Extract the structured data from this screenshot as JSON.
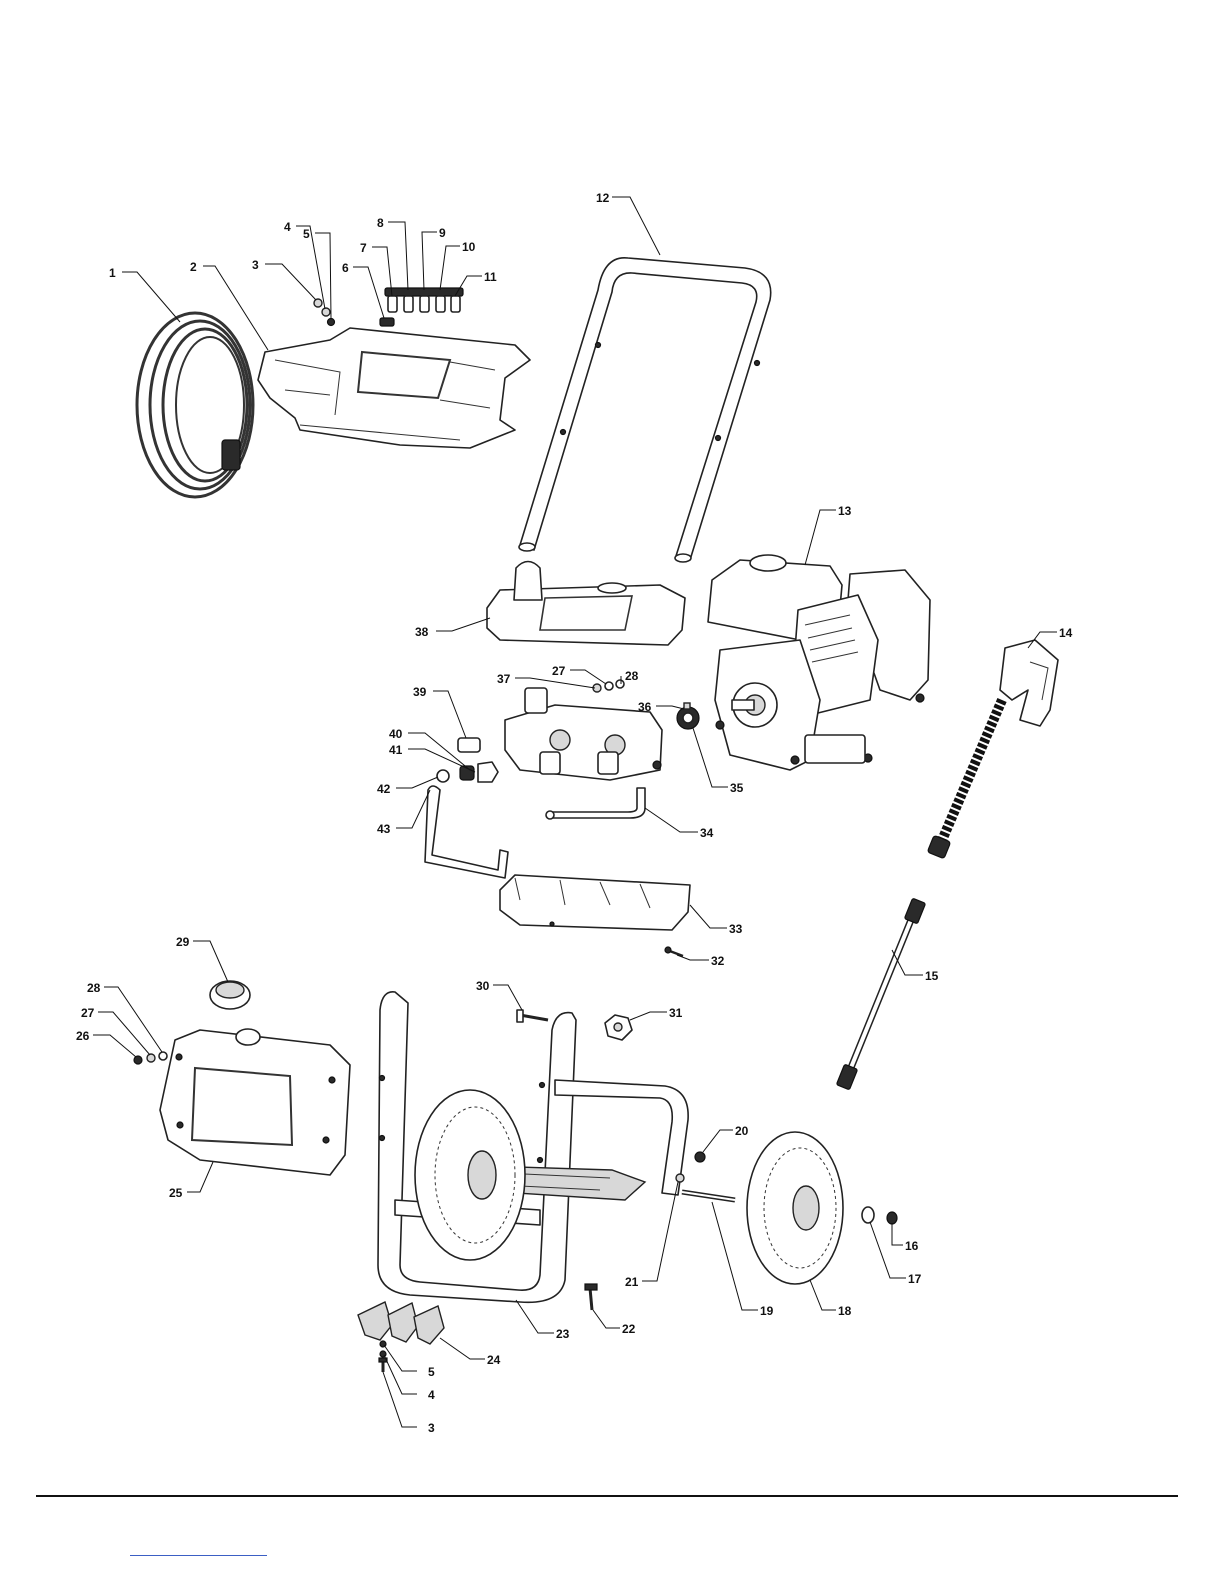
{
  "diagram": {
    "callouts": [
      {
        "id": "c1",
        "text": "1"
      },
      {
        "id": "c2",
        "text": "2"
      },
      {
        "id": "c3",
        "text": "3"
      },
      {
        "id": "c4",
        "text": "4"
      },
      {
        "id": "c5",
        "text": "5"
      },
      {
        "id": "c6",
        "text": "6"
      },
      {
        "id": "c7",
        "text": "7"
      },
      {
        "id": "c8",
        "text": "8"
      },
      {
        "id": "c9",
        "text": "9"
      },
      {
        "id": "c10",
        "text": "10"
      },
      {
        "id": "c11",
        "text": "11"
      },
      {
        "id": "c12",
        "text": "12"
      },
      {
        "id": "c13",
        "text": "13"
      },
      {
        "id": "c14",
        "text": "14"
      },
      {
        "id": "c15",
        "text": "15"
      },
      {
        "id": "c16",
        "text": "16"
      },
      {
        "id": "c17",
        "text": "17"
      },
      {
        "id": "c18",
        "text": "18"
      },
      {
        "id": "c19",
        "text": "19"
      },
      {
        "id": "c20",
        "text": "20"
      },
      {
        "id": "c21",
        "text": "21"
      },
      {
        "id": "c22",
        "text": "22"
      },
      {
        "id": "c23",
        "text": "23"
      },
      {
        "id": "c24",
        "text": "24"
      },
      {
        "id": "c25",
        "text": "25"
      },
      {
        "id": "c26",
        "text": "26"
      },
      {
        "id": "c27a",
        "text": "27"
      },
      {
        "id": "c28a",
        "text": "28"
      },
      {
        "id": "c29",
        "text": "29"
      },
      {
        "id": "c30",
        "text": "30"
      },
      {
        "id": "c31",
        "text": "31"
      },
      {
        "id": "c32",
        "text": "32"
      },
      {
        "id": "c33",
        "text": "33"
      },
      {
        "id": "c34",
        "text": "34"
      },
      {
        "id": "c35",
        "text": "35"
      },
      {
        "id": "c36",
        "text": "36"
      },
      {
        "id": "c37",
        "text": "37"
      },
      {
        "id": "c27b",
        "text": "27"
      },
      {
        "id": "c28b",
        "text": "28"
      },
      {
        "id": "c38",
        "text": "38"
      },
      {
        "id": "c39",
        "text": "39"
      },
      {
        "id": "c40",
        "text": "40"
      },
      {
        "id": "c41",
        "text": "41"
      },
      {
        "id": "c42",
        "text": "42"
      },
      {
        "id": "c43",
        "text": "43"
      },
      {
        "id": "c5b",
        "text": "5"
      },
      {
        "id": "c4b",
        "text": "4"
      },
      {
        "id": "c3b",
        "text": "3"
      }
    ]
  }
}
